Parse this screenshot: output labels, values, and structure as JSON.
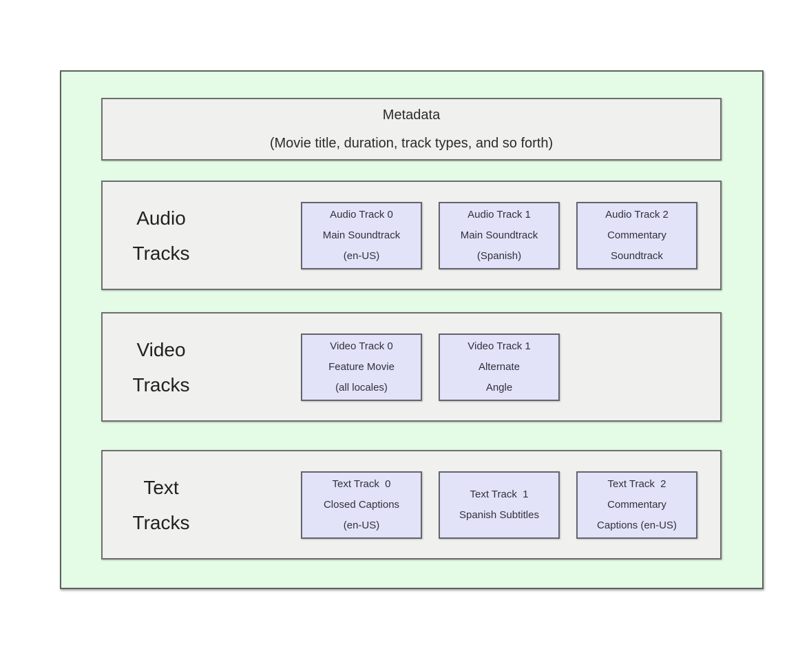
{
  "diagram": {
    "title_semantic": "movie-container-tracks-diagram",
    "metadata": {
      "title": "Metadata",
      "subtitle": "(Movie title, duration, track types, and so forth)"
    },
    "sections": [
      {
        "label_line1": "Audio",
        "label_line2": "Tracks",
        "tracks": [
          {
            "line1": "Audio Track 0",
            "line2": "Main Soundtrack",
            "line3": "(en-US)"
          },
          {
            "line1": "Audio Track 1",
            "line2": "Main Soundtrack",
            "line3": "(Spanish)"
          },
          {
            "line1": "Audio Track 2",
            "line2": "Commentary",
            "line3": "Soundtrack"
          }
        ]
      },
      {
        "label_line1": "Video",
        "label_line2": "Tracks",
        "tracks": [
          {
            "line1": "Video Track 0",
            "line2": "Feature Movie",
            "line3": "(all locales)"
          },
          {
            "line1": "Video Track 1",
            "line2": "Alternate",
            "line3": "Angle"
          }
        ]
      },
      {
        "label_line1": "Text",
        "label_line2": "Tracks",
        "tracks": [
          {
            "line1": "Text Track  0",
            "line2": "Closed Captions",
            "line3": "(en-US)"
          },
          {
            "line1": "Text Track  1",
            "line2": "Spanish Subtitles",
            "line3": ""
          },
          {
            "line1": "Text Track  2",
            "line2": "Commentary",
            "line3": "Captions (en-US)"
          }
        ]
      }
    ],
    "colors": {
      "outer_bg": "#e4fbe6",
      "outer_border": "#5c635c",
      "panel_bg": "#f0f0ef",
      "panel_border": "#6e6e6e",
      "track_bg": "#e2e2f9",
      "track_border": "#64646e",
      "text": "#2b2b2b"
    }
  }
}
